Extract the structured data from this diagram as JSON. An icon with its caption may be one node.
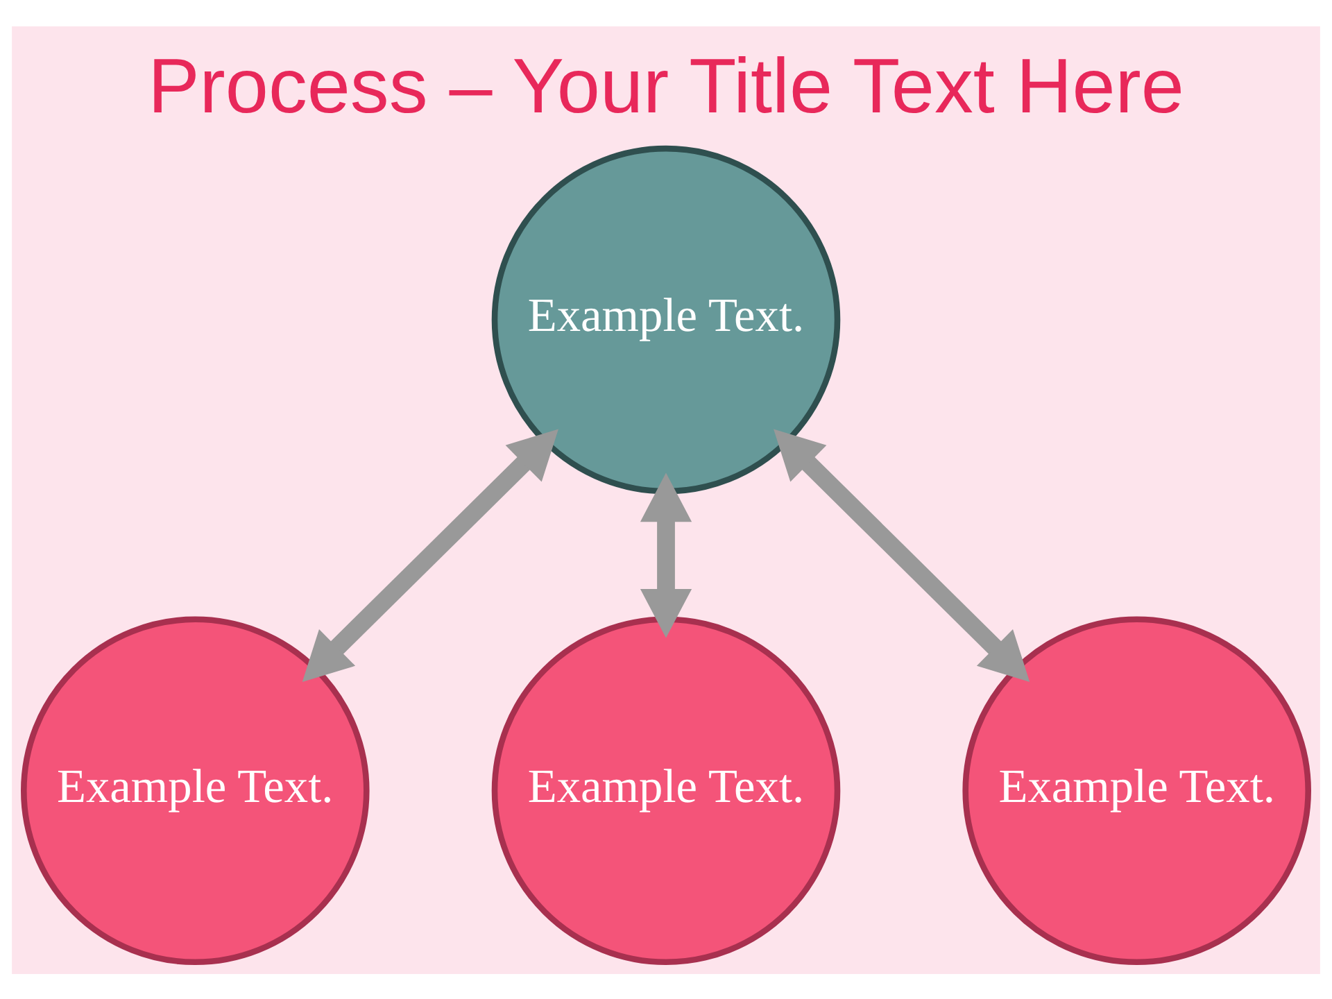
{
  "diagram": {
    "title": "Process – Your Title Text Here",
    "nodes": [
      {
        "text": [
          "Example Text."
        ]
      },
      {
        "text": [
          "Example Text."
        ]
      },
      {
        "text": [
          "Example Text."
        ]
      },
      {
        "text": [
          "Example Text."
        ]
      }
    ],
    "edges": [
      {
        "from": 0,
        "to": 1,
        "arrow": "both"
      },
      {
        "from": 0,
        "to": 2,
        "arrow": "both"
      },
      {
        "from": 0,
        "to": 3,
        "arrow": "both"
      }
    ]
  }
}
